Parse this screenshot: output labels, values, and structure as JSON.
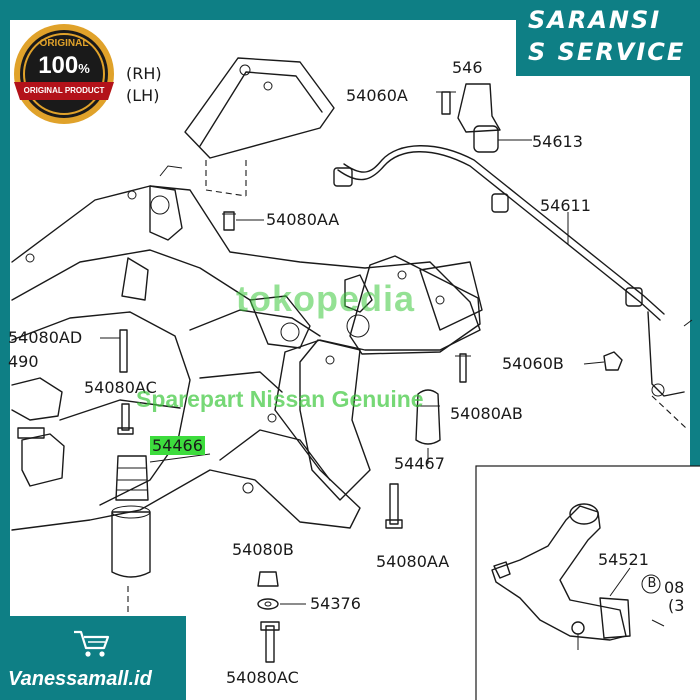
{
  "banner": {
    "line1": "SARANSI",
    "line2": "S SERVICE"
  },
  "badge": {
    "top": "ORIGINAL",
    "value": "100",
    "suffix": "%",
    "bottom": "ORIGINAL PRODUCT"
  },
  "watermark": {
    "brand": "tokopedia",
    "caption": "Sparepart Nissan Genuine"
  },
  "footer": {
    "store": "Vanessamall.id",
    "icon": "shopping-cart-icon"
  },
  "labels": {
    "rh": "(RH)",
    "lh": "(LH)",
    "p546": "546",
    "p54060A": "54060A",
    "p54613": "54613",
    "p54611": "54611",
    "p54080AA_top": "54080AA",
    "p54080AD": "54080AD",
    "p490": "490",
    "p54080AC_mid": "54080AC",
    "p54466": "54466",
    "p54060B": "54060B",
    "p54080AB": "54080AB",
    "p54467": "54467",
    "p54080B": "54080B",
    "p54080AA_bot": "54080AA",
    "p54376": "54376",
    "p54080AC_bot": "54080AC",
    "p54521": "54521",
    "callout": "B",
    "p08": "08",
    "p3": "(3"
  },
  "colors": {
    "frame": "#0e7f85",
    "paper": "#ffffff",
    "ink": "#1a1a1a",
    "highlight": "#3ddc3d",
    "badge_gold": "#e0a22a",
    "badge_red": "#b3121a"
  }
}
